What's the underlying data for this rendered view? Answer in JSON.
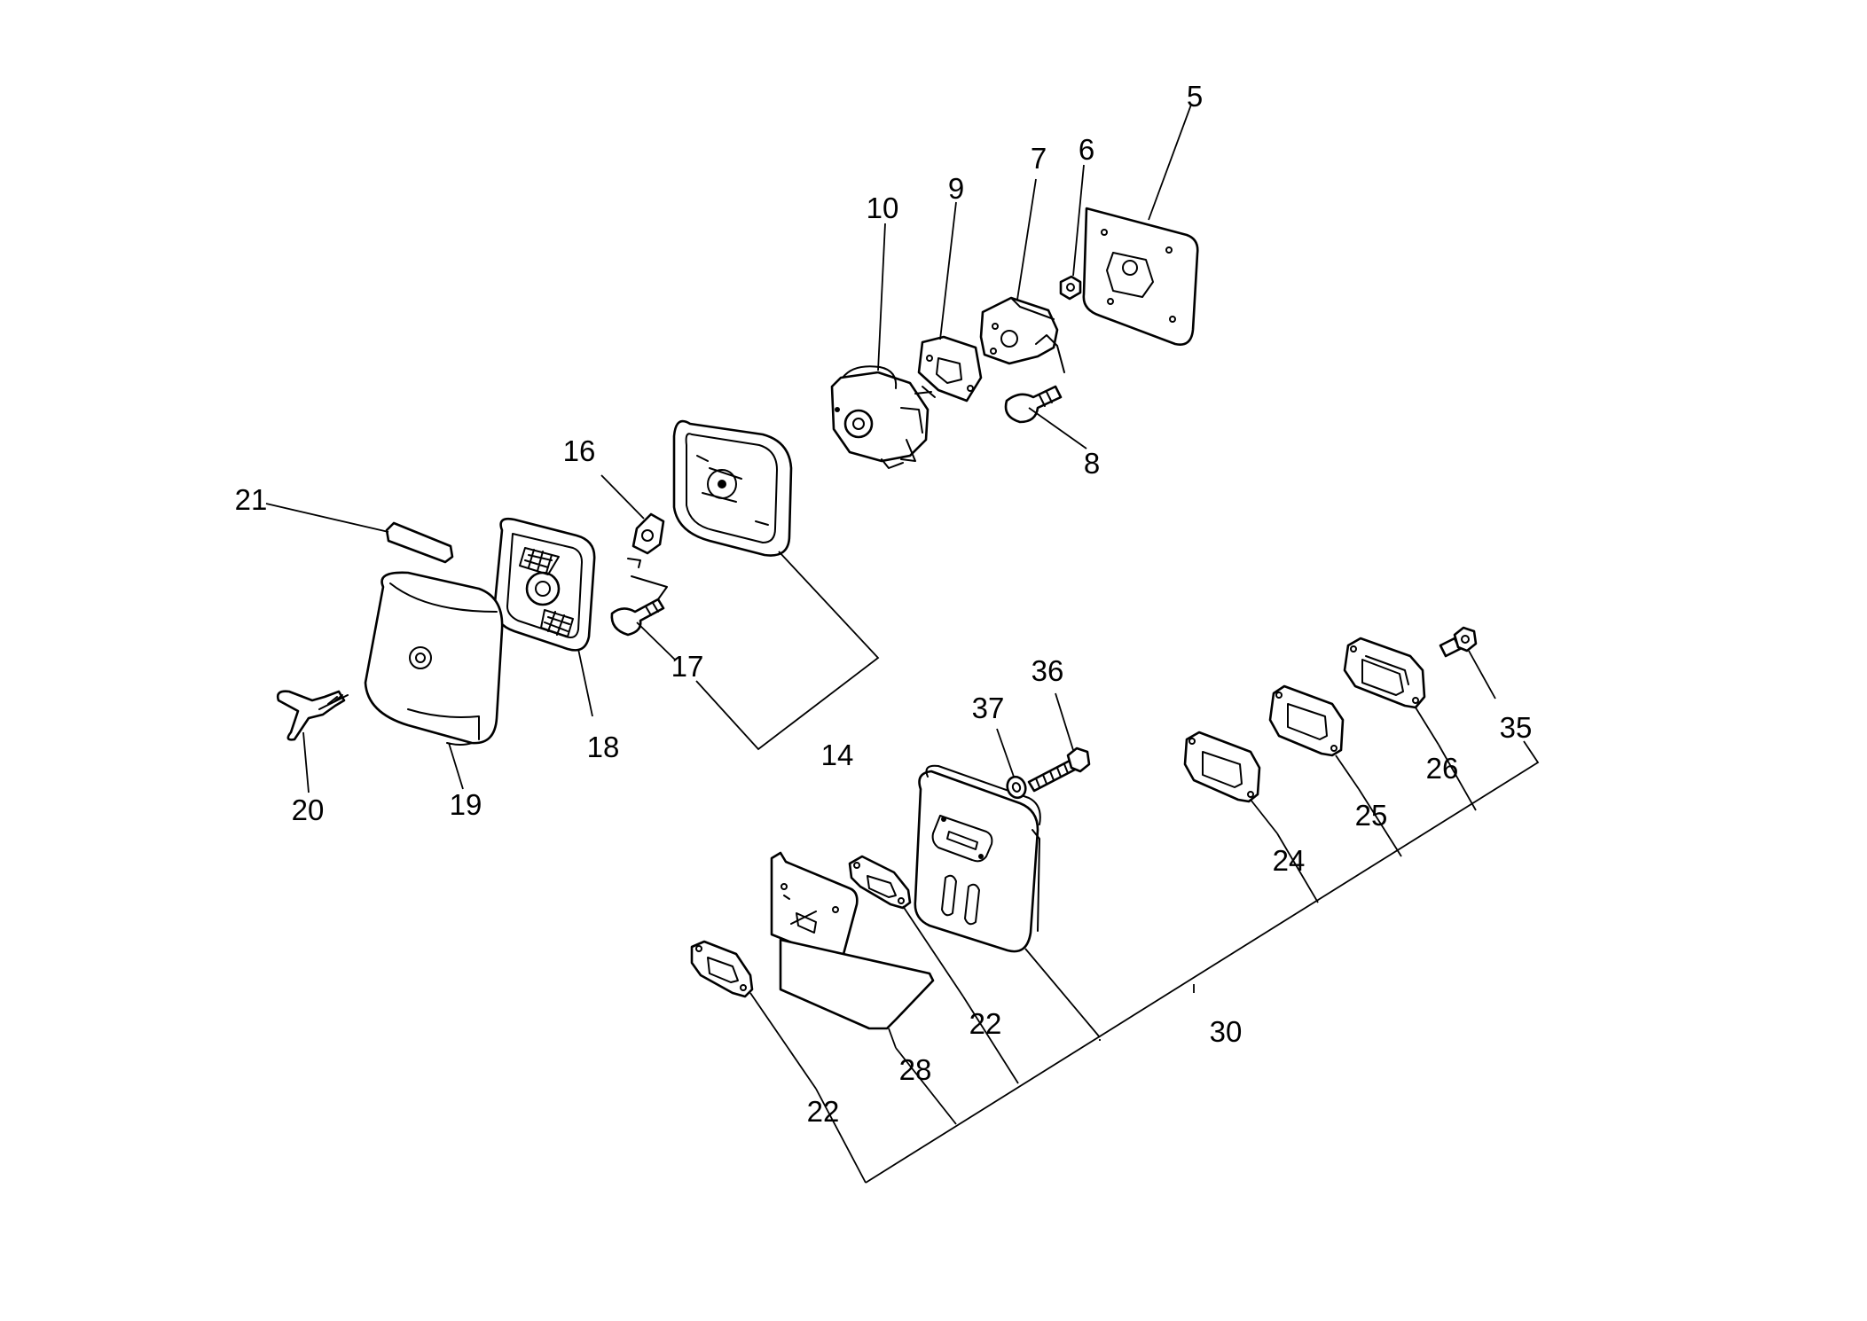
{
  "diagram": {
    "callouts": {
      "c5": "5",
      "c6": "6",
      "c7": "7",
      "c8": "8",
      "c9": "9",
      "c10": "10",
      "c14": "14",
      "c16": "16",
      "c17": "17",
      "c18": "18",
      "c19": "19",
      "c20": "20",
      "c21": "21",
      "c22a": "22",
      "c22b": "22",
      "c24": "24",
      "c25": "25",
      "c26": "26",
      "c28": "28",
      "c30": "30",
      "c35": "35",
      "c36": "36",
      "c37": "37"
    }
  }
}
